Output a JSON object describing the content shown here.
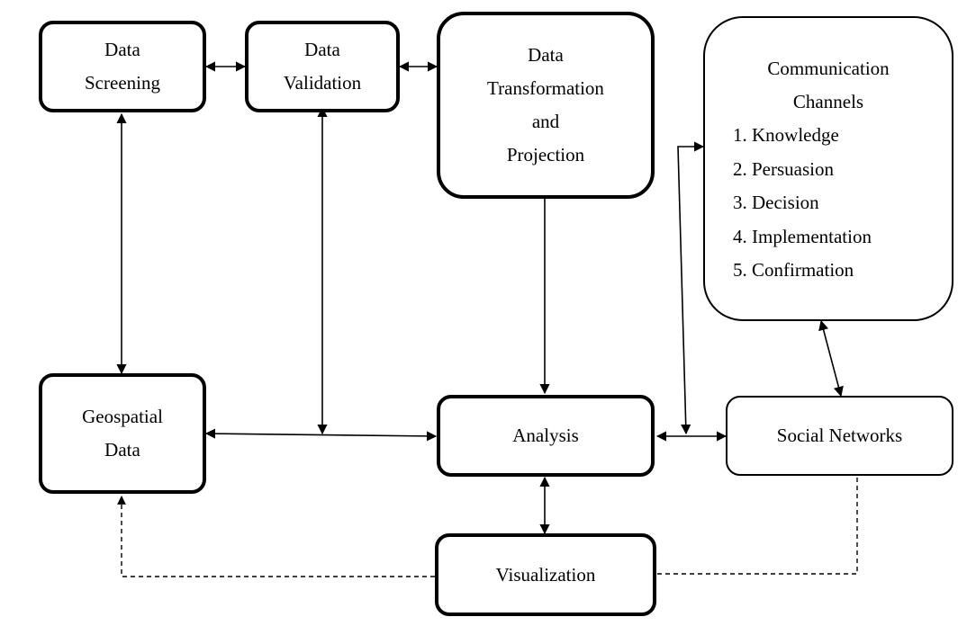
{
  "nodes": {
    "data_screening": {
      "line1": "Data",
      "line2": "Screening"
    },
    "data_validation": {
      "line1": "Data",
      "line2": "Validation"
    },
    "data_transformation": {
      "line1": "Data",
      "line2": "Transformation",
      "line3": "and",
      "line4": "Projection"
    },
    "communication_channels": {
      "line1": "Communication",
      "line2": "Channels",
      "items": [
        "1. Knowledge",
        "2. Persuasion",
        "3. Decision",
        "4. Implementation",
        "5. Confirmation"
      ]
    },
    "geospatial_data": {
      "line1": "Geospatial",
      "line2": "Data"
    },
    "analysis": {
      "label": "Analysis"
    },
    "social_networks": {
      "label": "Social Networks"
    },
    "visualization": {
      "label": "Visualization"
    }
  },
  "colors": {
    "stroke": "#000000",
    "background": "#ffffff"
  }
}
